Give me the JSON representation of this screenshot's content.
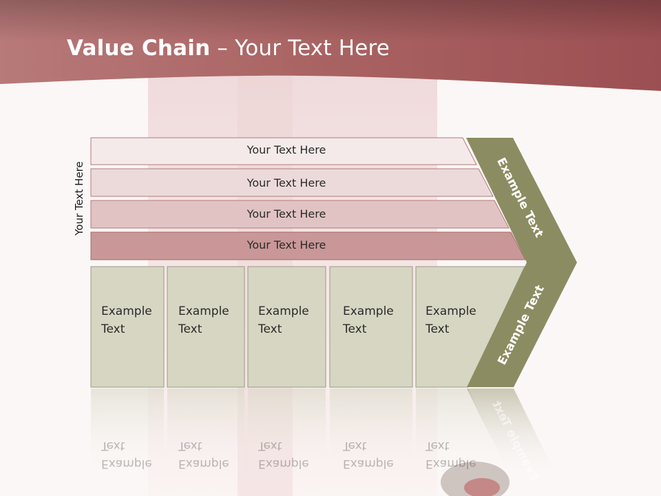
{
  "title": {
    "bold": "Value Chain",
    "rest": " – Your Text Here"
  },
  "side_label": "Your Text Here",
  "rows": [
    {
      "label": "Your Text Here",
      "color": "#f5eaea"
    },
    {
      "label": "Your Text Here",
      "color": "#ecdada"
    },
    {
      "label": "Your Text Here",
      "color": "#e2c3c3"
    },
    {
      "label": "Your Text Here",
      "color": "#c99797"
    }
  ],
  "boxes": [
    {
      "label": "Example\nText"
    },
    {
      "label": "Example\nText"
    },
    {
      "label": "Example\nText"
    },
    {
      "label": "Example\nText"
    },
    {
      "label": "Example\nText"
    }
  ],
  "chevron": {
    "upper_label": "Example Text",
    "lower_label": "Example Text",
    "color": "#8c8c62"
  },
  "colors": {
    "header": "#9e5454",
    "box_fill": "#d6d6c3",
    "box_border": "#9a9a84"
  }
}
